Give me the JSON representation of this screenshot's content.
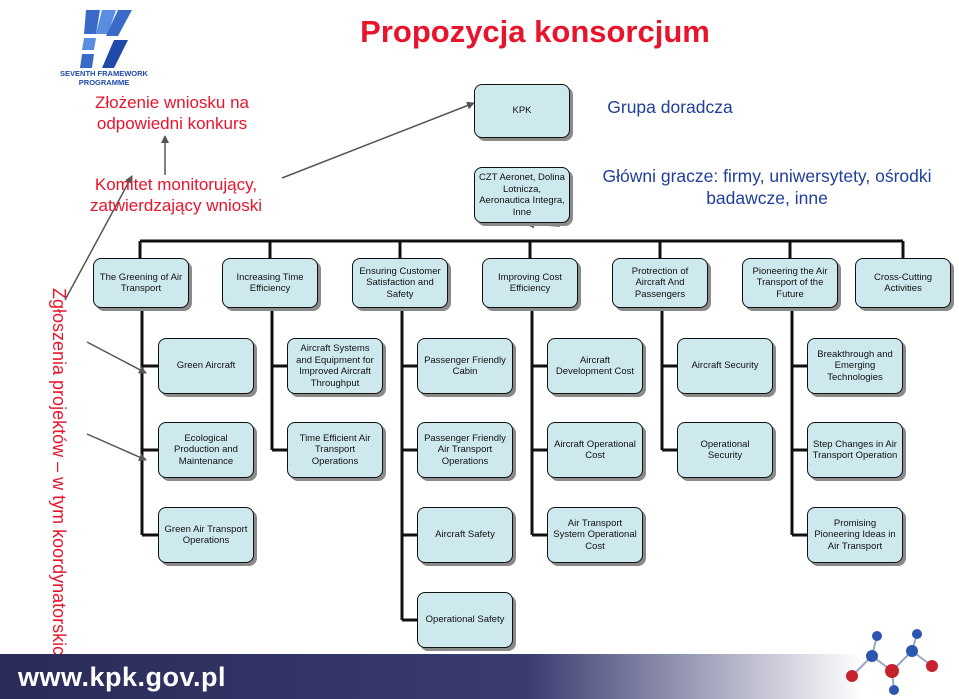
{
  "title": "Propozycja konsorcjum",
  "logo": {
    "line1": "SEVENTH FRAMEWORK",
    "line2": "PROGRAMME"
  },
  "left_labels": {
    "submit": "Złożenie wniosku na odpowiedni konkurs",
    "committee": "Komitet monitorujący, zatwierdzający wnioski",
    "vertical": "Zgłoszenia projektów – w tym koordynatorskich"
  },
  "right_labels": {
    "advisory": "Grupa doradcza",
    "players": "Główni gracze: firmy, uniwersytety, ośrodki badawcze, inne"
  },
  "top_boxes": {
    "kpk": "KPK",
    "czt": "CZT Aeronet, Dolina Lotnicza, Aeronautica Integra, Inne"
  },
  "columns": [
    {
      "header": "The Greening of Air Transport",
      "items": [
        "Green Aircraft",
        "Ecological Production and Maintenance",
        "Green Air Transport Operations"
      ]
    },
    {
      "header": "Increasing Time Efficiency",
      "items": [
        "Aircraft Systems and Equipment for Improved Aircraft Throughput",
        "Time Efficient Air Transport Operations"
      ]
    },
    {
      "header": "Ensuring Customer Satisfaction and Safety",
      "items": [
        "Passenger Friendly Cabin",
        "Passenger Friendly Air Transport Operations",
        "Aircraft Safety",
        "Operational Safety"
      ]
    },
    {
      "header": "Improving Cost Efficiency",
      "items": [
        "Aircraft Development Cost",
        "Aircraft Operational Cost",
        "Air Transport System Operational Cost"
      ]
    },
    {
      "header": "Protrection of Aircraft And Passengers",
      "items": [
        "Aircraft Security",
        "Operational Security"
      ]
    },
    {
      "header": "Pioneering the Air Transport of the Future",
      "items": [
        "Breakthrough and Emerging Technologies",
        "Step Changes in Air Transport Operation",
        "Promising Pioneering Ideas in Air Transport"
      ]
    },
    {
      "header": "Cross-Cutting Activities",
      "items": []
    }
  ],
  "footer": {
    "url": "www.kpk.gov.pl"
  },
  "colors": {
    "accent_red": "#e8142c",
    "label_blue": "#1f3f99",
    "box_fill": "#cde9ee",
    "footer_bg": "#2a2b59"
  }
}
